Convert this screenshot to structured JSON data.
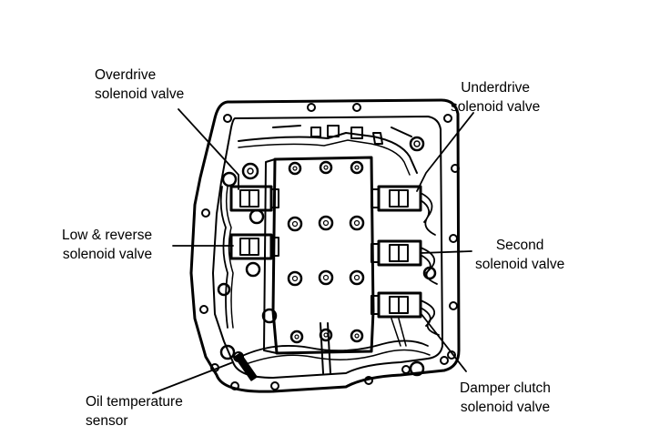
{
  "labels": {
    "overdrive": [
      "Overdrive",
      "solenoid valve"
    ],
    "underdrive": [
      "Underdrive",
      "solenoid valve"
    ],
    "low_reverse": [
      "Low & reverse",
      "solenoid valve"
    ],
    "second": [
      "Second",
      "solenoid valve"
    ],
    "oil_temp": [
      "Oil temperature",
      "sensor"
    ],
    "damper": [
      "Damper clutch",
      "solenoid valve"
    ]
  },
  "colors": {
    "ink": "#000000",
    "paper": "#ffffff"
  }
}
